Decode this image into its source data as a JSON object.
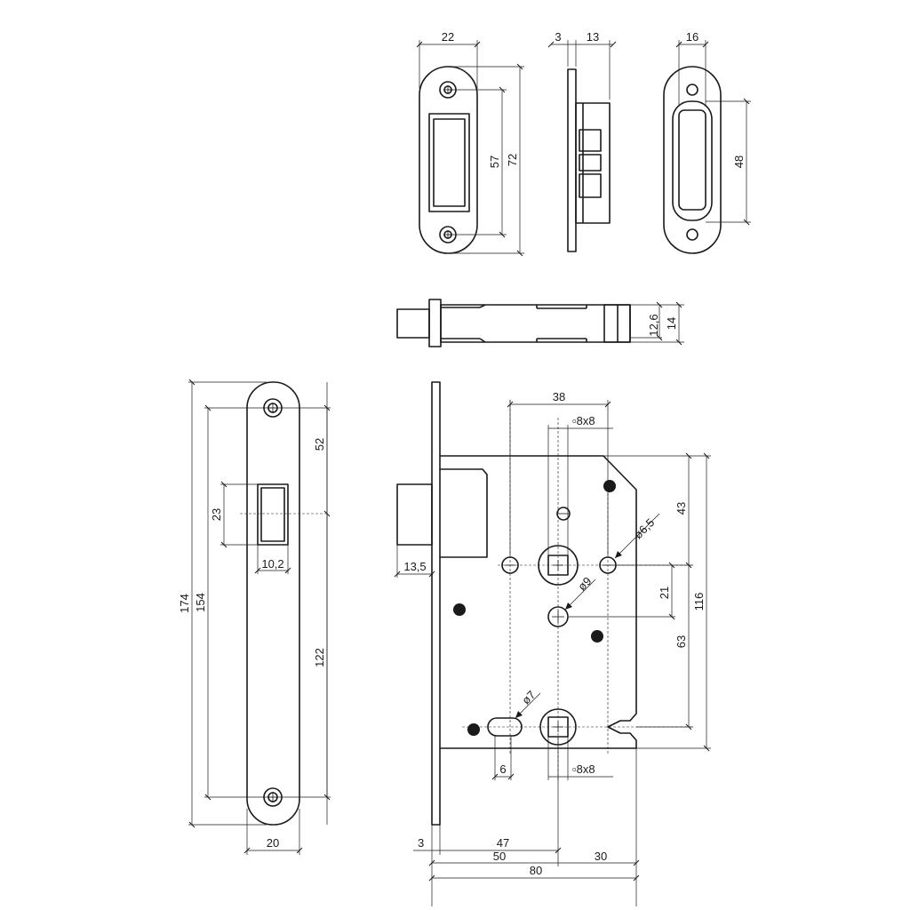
{
  "dimensions": {
    "strike_plate_front": {
      "width": "22",
      "hole_spacing": "57",
      "height": "72"
    },
    "strike_plate_side": {
      "plate_thickness": "3",
      "box_depth": "13"
    },
    "strike_box_front": {
      "width": "16",
      "height": "48"
    },
    "lock_top_view": {
      "bolt_height": "12,6",
      "body_thickness": "14"
    },
    "faceplate": {
      "overall_length": "174",
      "hole_spacing": "154",
      "upper_to_latch": "52",
      "latch_to_lower": "122",
      "latch_height": "23",
      "latch_width": "10,2",
      "width": "20"
    },
    "lock_body": {
      "handle_spacing": "38",
      "upper_square": "▫8x8",
      "lower_square": "▫8x8",
      "fixing_hole": "ø6,5",
      "center_hole": "ø9",
      "slot_hole": "ø7",
      "slot_offset": "6",
      "to_top_edge": "43",
      "vertical_21": "21",
      "vertical_63": "63",
      "body_height": "116",
      "latch_projection": "13,5",
      "faceplate_thickness": "3",
      "backset_47": "47",
      "backset_50": "50",
      "rear_30": "30",
      "body_depth": "80"
    }
  }
}
